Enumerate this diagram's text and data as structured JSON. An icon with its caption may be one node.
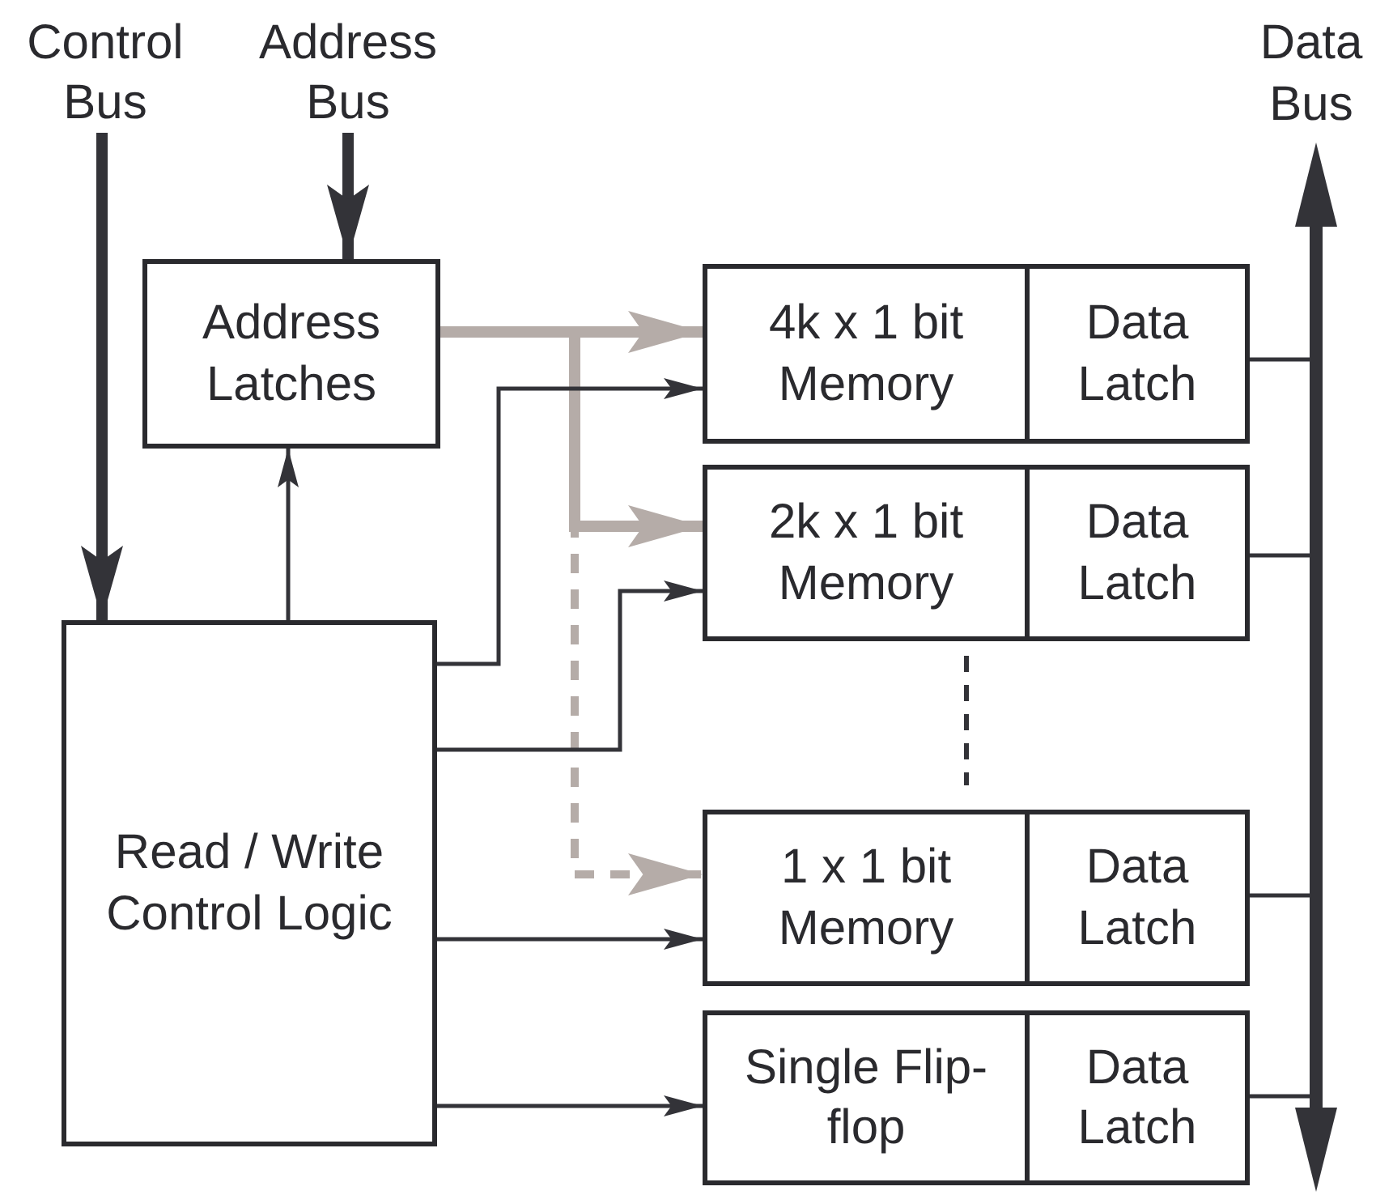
{
  "diagram": {
    "nodes": [
      {
        "text": [
          "Control Bus"
        ]
      },
      {
        "text": [
          "Address Bus"
        ]
      },
      {
        "text": [
          "Data Bus"
        ]
      },
      {
        "text": [
          "Address Latches"
        ]
      },
      {
        "text": [
          "Read / Write Control Logic"
        ]
      },
      {
        "text": [
          "4k x 1 bit Memory"
        ]
      },
      {
        "text": [
          "Data Latch"
        ]
      },
      {
        "text": [
          "2k x 1 bit Memory"
        ]
      },
      {
        "text": [
          "Data Latch"
        ]
      },
      {
        "text": [
          "1 x 1 bit Memory"
        ]
      },
      {
        "text": [
          "Data Latch"
        ]
      },
      {
        "text": [
          "Single Flip-flop"
        ]
      },
      {
        "text": [
          "Data Latch"
        ]
      }
    ],
    "edges": [
      {
        "from": 0,
        "to": 4,
        "arrow": "to",
        "style": "thick"
      },
      {
        "from": 1,
        "to": 3,
        "arrow": "to",
        "style": "thick"
      },
      {
        "from": 4,
        "to": 3,
        "arrow": "to"
      },
      {
        "from": 3,
        "to": 5,
        "arrow": "to",
        "style": "thick",
        "color": "#b5aca8"
      },
      {
        "from": 3,
        "to": 7,
        "arrow": "to",
        "style": "thick",
        "color": "#b5aca8"
      },
      {
        "from": 3,
        "to": 9,
        "arrow": "to",
        "style": "dashed",
        "color": "#b5aca8"
      },
      {
        "from": 4,
        "to": 5,
        "arrow": "to"
      },
      {
        "from": 4,
        "to": 7,
        "arrow": "to"
      },
      {
        "from": 4,
        "to": 9,
        "arrow": "to"
      },
      {
        "from": 4,
        "to": 11,
        "arrow": "to"
      },
      {
        "from": 6,
        "to": 2,
        "arrow": "none"
      },
      {
        "from": 8,
        "to": 2,
        "arrow": "none"
      },
      {
        "from": 10,
        "to": 2,
        "arrow": "none"
      },
      {
        "from": 12,
        "to": 2,
        "arrow": "none"
      }
    ]
  }
}
